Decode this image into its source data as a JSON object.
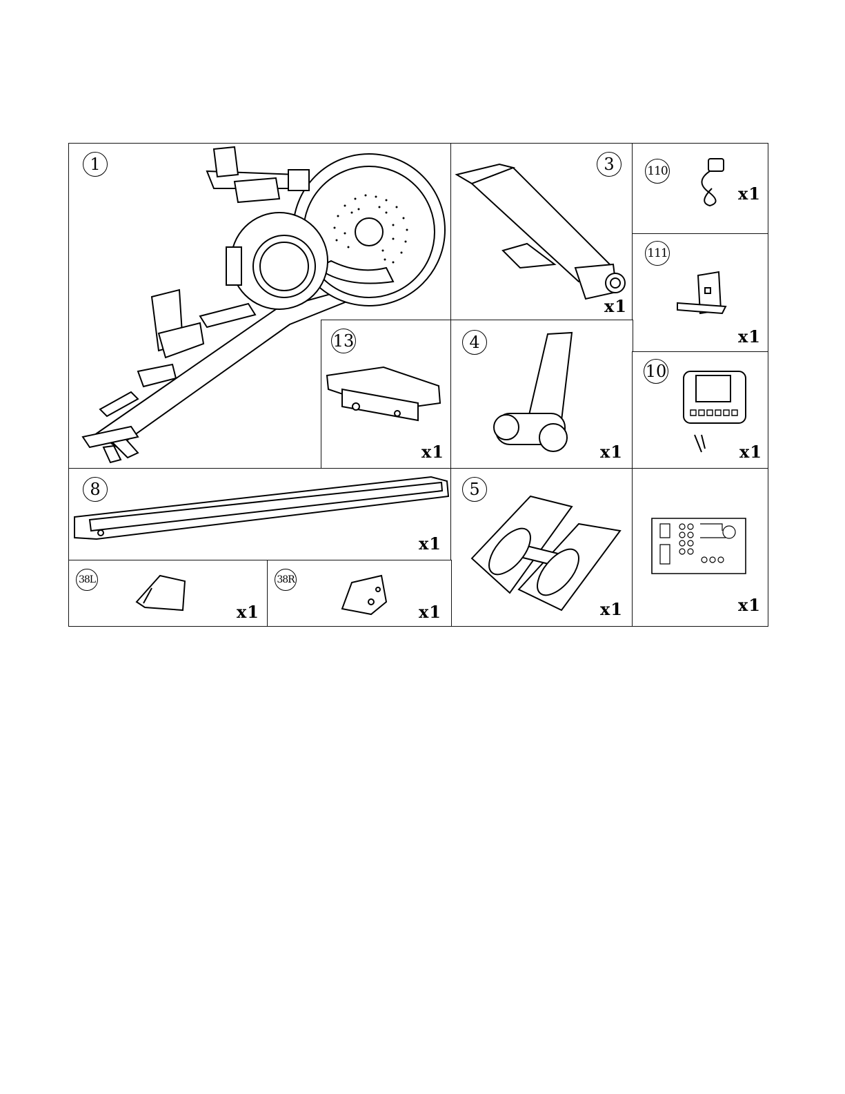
{
  "parts": [
    {
      "id": "part-1",
      "label": "1",
      "qty": "x1"
    },
    {
      "id": "part-3",
      "label": "3",
      "qty": "x1"
    },
    {
      "id": "part-110",
      "label": "110",
      "qty": "x1"
    },
    {
      "id": "part-111",
      "label": "111",
      "qty": "x1"
    },
    {
      "id": "part-13",
      "label": "13",
      "qty": "x1"
    },
    {
      "id": "part-4",
      "label": "4",
      "qty": "x1"
    },
    {
      "id": "part-10",
      "label": "10",
      "qty": "x1"
    },
    {
      "id": "part-8",
      "label": "8",
      "qty": "x1"
    },
    {
      "id": "part-5",
      "label": "5",
      "qty": "x1"
    },
    {
      "id": "part-hardware",
      "label": "",
      "qty": "x1"
    },
    {
      "id": "part-38l",
      "label": "38L",
      "qty": "x1"
    },
    {
      "id": "part-38r",
      "label": "38R",
      "qty": "x1"
    }
  ]
}
